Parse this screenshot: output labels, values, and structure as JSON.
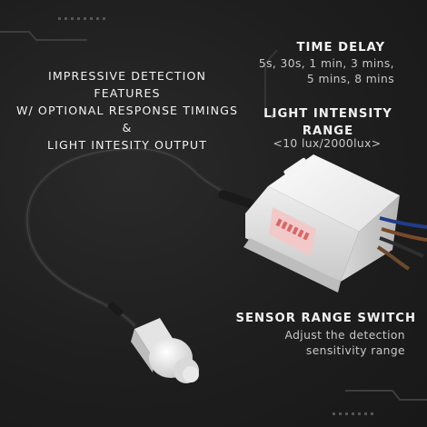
{
  "headline": {
    "line1": "IMPRESSIVE DETECTION FEATURES",
    "line2": "W/ OPTIONAL RESPONSE TIMINGS &",
    "line3": "LIGHT INTESITY OUTPUT"
  },
  "time_delay": {
    "title": "TIME DELAY",
    "line1": "5s, 30s, 1 min, 3 mins,",
    "line2": "5 mins, 8 mins"
  },
  "light_intensity": {
    "title_line1": "LIGHT INTENSITY",
    "title_line2": "RANGE",
    "value": "<10 lux/2000lux>"
  },
  "sensor_range": {
    "title": "SENSOR RANGE SWITCH",
    "line1": "Adjust the detection",
    "line2": "sensitivity range"
  },
  "colors": {
    "background": "#1e1e1e",
    "text": "#f2f2f2",
    "accent_line": "#4a4a4a"
  }
}
